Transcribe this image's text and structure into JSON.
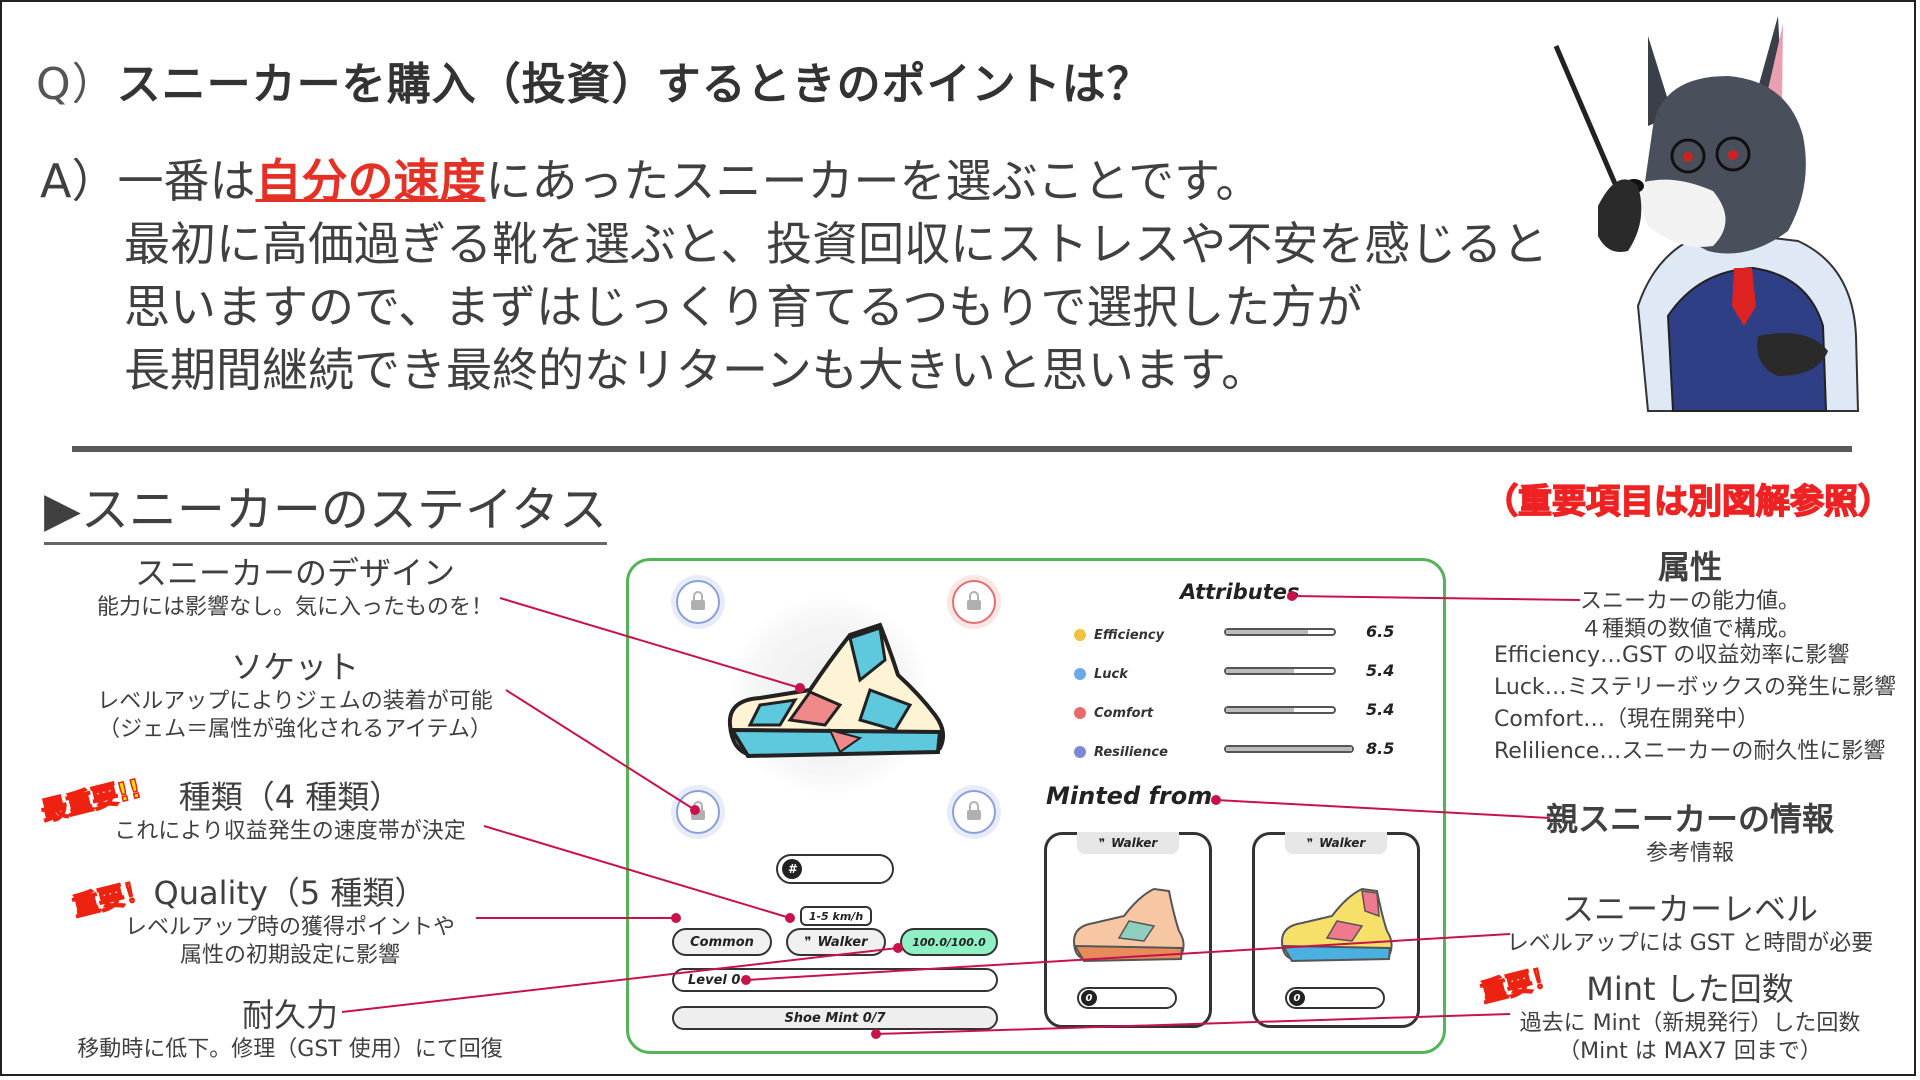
{
  "question": {
    "prefix": "Q）",
    "text": "スニーカーを購入（投資）するときのポイントは？"
  },
  "answer": {
    "prefix": "A）",
    "line1_before": "一番は",
    "line1_highlight": "自分の速度",
    "line1_after": "にあったスニーカーを選ぶことです。",
    "line2": "最初に高価過ぎる靴を選ぶと、投資回収にストレスや不安を感じると",
    "line3": "思いますので、まずはじっくり育てるつもりで選択した方が",
    "line4": "長期間継続でき最終的なリターンも大きいと思います。"
  },
  "section_title": "▶スニーカーのステイタス",
  "important_note": "（重要項目は別図解参照）",
  "badges": {
    "most_important": "最重要!!",
    "important": "重要！"
  },
  "left_labels": {
    "design": {
      "title": "スニーカーのデザイン",
      "sub": "能力には影響なし。気に入ったものを！"
    },
    "socket": {
      "title": "ソケット",
      "sub1": "レベルアップによりジェムの装着が可能",
      "sub2": "（ジェム＝属性が強化されるアイテム）"
    },
    "type": {
      "title": "種類（4 種類）",
      "sub": "これにより収益発生の速度帯が決定"
    },
    "quality": {
      "title": "Quality（5 種類）",
      "sub1": "レベルアップ時の獲得ポイントや",
      "sub2": "属性の初期設定に影響"
    },
    "durability": {
      "title": "耐久力",
      "sub": "移動時に低下。修理（GST 使用）にて回復"
    }
  },
  "right_labels": {
    "attributes": {
      "title": "属性",
      "sub1": "スニーカーの能力値。",
      "sub2": "４種類の数値で構成。",
      "items": [
        "Efficiency…GST の収益効率に影響",
        "Luck…ミステリーボックスの発生に影響",
        "Comfort…（現在開発中）",
        "Relilience…スニーカーの耐久性に影響"
      ]
    },
    "parent": {
      "title": "親スニーカーの情報",
      "sub": "参考情報"
    },
    "level": {
      "title": "スニーカーレベル",
      "sub": "レベルアップには GST と時間が必要"
    },
    "mint": {
      "title": "Mint した回数",
      "sub1": "過去に Mint（新規発行）した回数",
      "sub2": "（Mint は MAX7 回まで）"
    }
  },
  "panel": {
    "id_label": "#",
    "speed": "1-5 km/h",
    "quality": "Common",
    "type": "Walker",
    "durability": "100.0/100.0",
    "level": "Level 0",
    "shoe_mint": "Shoe Mint 0/7",
    "attributes_title": "Attributes",
    "attributes": [
      {
        "name": "Efficiency",
        "icon": "E",
        "color": "#f0c040",
        "value": "6.5",
        "fill": 0.76
      },
      {
        "name": "Luck",
        "icon": "U",
        "color": "#6aa8e8",
        "value": "5.4",
        "fill": 0.63
      },
      {
        "name": "Comfort",
        "icon": "+",
        "color": "#e86a6a",
        "value": "5.4",
        "fill": 0.63
      },
      {
        "name": "Resilience",
        "icon": "◎",
        "color": "#7a8ad8",
        "value": "8.5",
        "fill": 1.0
      }
    ],
    "minted_title": "Minted from",
    "parents": [
      {
        "type": "Walker",
        "id": "0"
      },
      {
        "type": "Walker",
        "id": "0"
      }
    ]
  },
  "colors": {
    "accent_red": "#e53026",
    "leader_line": "#c8124a",
    "panel_border": "#55b35b",
    "badge_yellow": "#ffe100"
  }
}
